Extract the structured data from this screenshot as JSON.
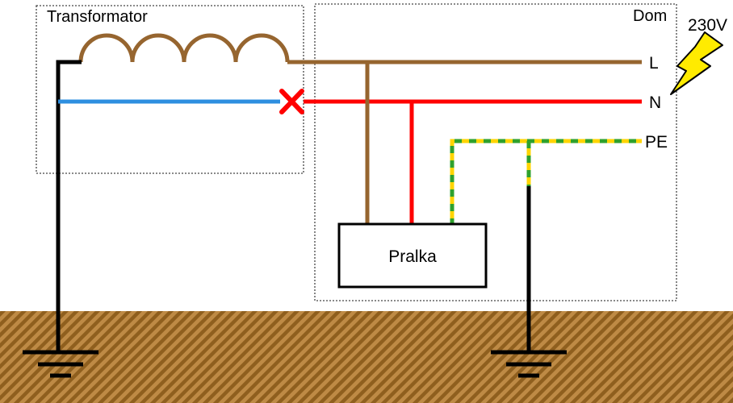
{
  "diagram": {
    "transformer_label": "Transformator",
    "house_label": "Dom",
    "voltage_label": "230V",
    "appliance_label": "Pralka",
    "wire_labels": {
      "line": "L",
      "neutral": "N",
      "earth": "PE"
    }
  },
  "icons": {
    "fault_marker": "x-cross",
    "voltage_marker": "lightning-bolt",
    "grounding": "earth-ground-symbol",
    "winding": "transformer-coil"
  },
  "colors": {
    "line_wire": "#96652F",
    "source_neutral_wire": "#2E8FE0",
    "faulted_neutral_wire": "#FF0000",
    "fault_cross": "#FF0000",
    "pe_wire_yellow": "#FFD400",
    "pe_wire_green": "#2FA12D",
    "earth_conductor": "#000000",
    "soil_fill": "#BE8A45",
    "soil_hatch": "#8F5F1E",
    "lightning_fill": "#FFEB00",
    "lightning_outline": "#000000",
    "dashed_box_outline": "#444444",
    "appliance_box_outline": "#000000"
  }
}
